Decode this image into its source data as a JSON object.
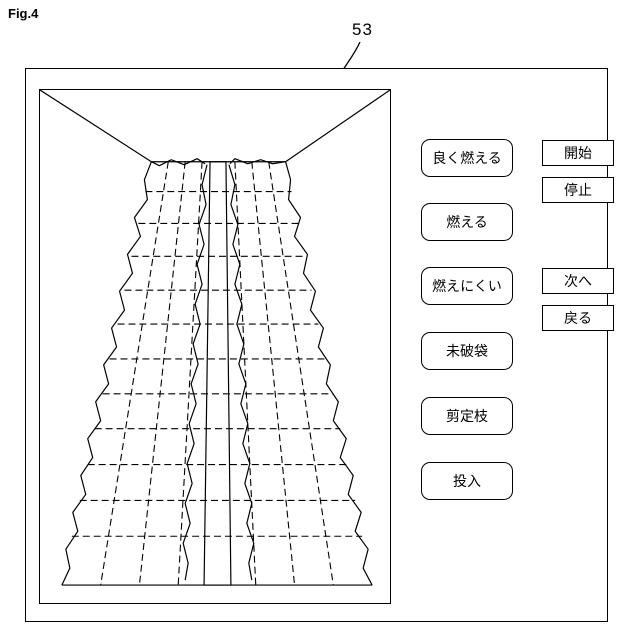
{
  "figure": {
    "label": "Fig.4",
    "reference_number": "53"
  },
  "classification_buttons": [
    {
      "label": "良く燃える"
    },
    {
      "label": "燃える"
    },
    {
      "label": "燃えにくい"
    },
    {
      "label": "未破袋"
    },
    {
      "label": "剪定枝"
    },
    {
      "label": "投入"
    }
  ],
  "control_buttons": [
    {
      "label": "開始"
    },
    {
      "label": "停止"
    },
    {
      "label": "次へ"
    },
    {
      "label": "戻る"
    }
  ],
  "colors": {
    "line": "#000000",
    "background": "#ffffff"
  }
}
